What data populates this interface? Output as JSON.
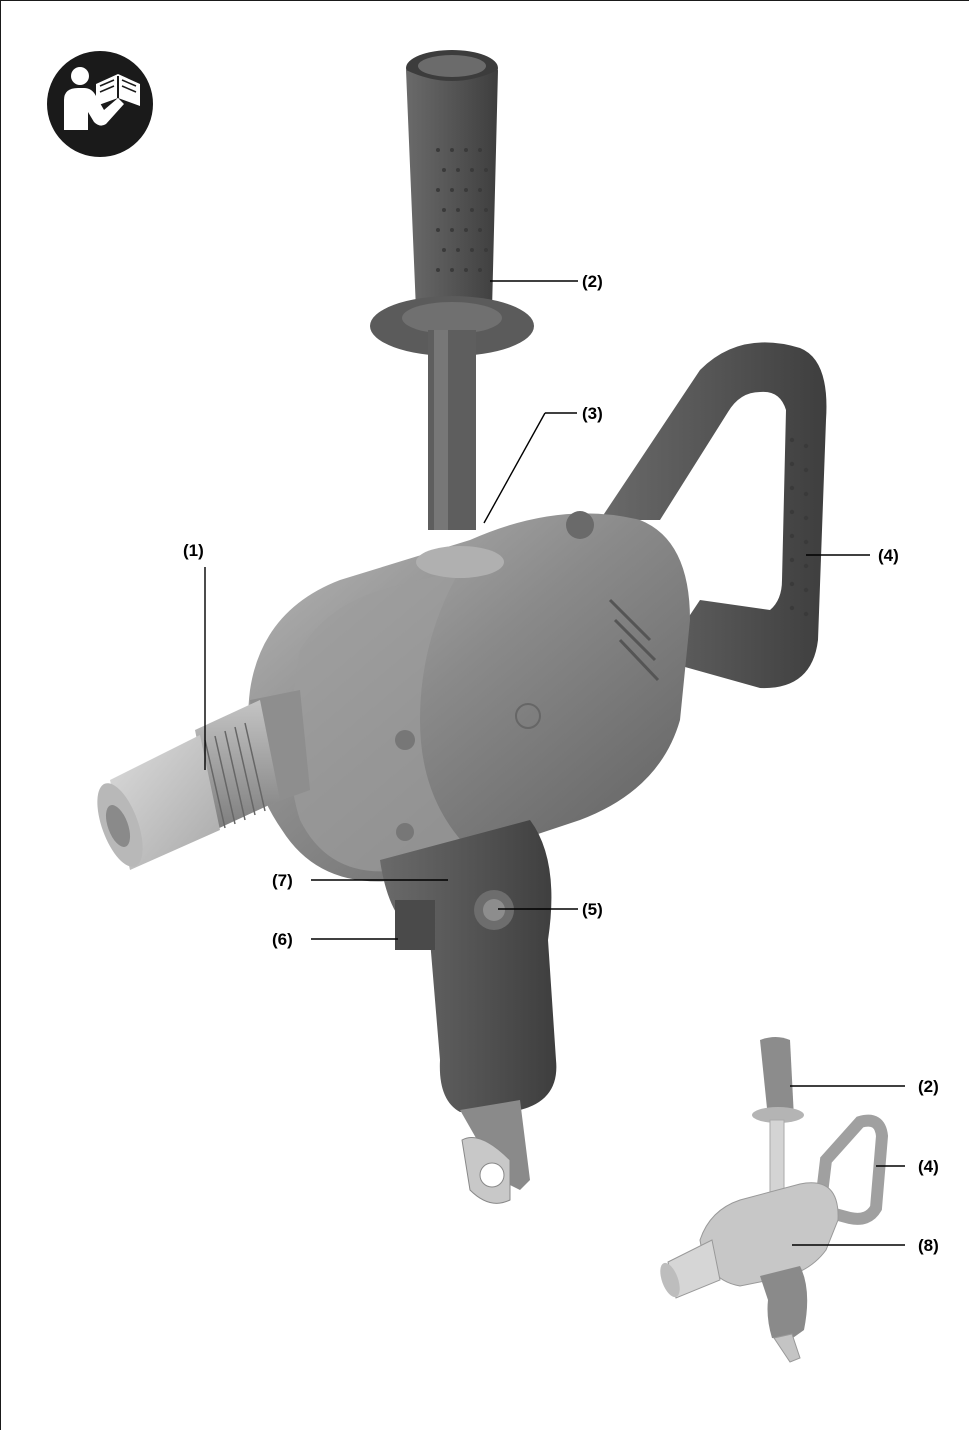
{
  "manual_icon": "read-manual-icon",
  "main_drawing": {
    "callouts": [
      {
        "id": "c1",
        "label": "(1)"
      },
      {
        "id": "c2",
        "label": "(2)"
      },
      {
        "id": "c3",
        "label": "(3)"
      },
      {
        "id": "c4",
        "label": "(4)"
      },
      {
        "id": "c5",
        "label": "(5)"
      },
      {
        "id": "c6",
        "label": "(6)"
      },
      {
        "id": "c7",
        "label": "(7)"
      }
    ]
  },
  "inset_drawing": {
    "callouts": [
      {
        "id": "i2",
        "label": "(2)"
      },
      {
        "id": "i4",
        "label": "(4)"
      },
      {
        "id": "i8",
        "label": "(8)"
      }
    ]
  },
  "colors": {
    "tool_body": "#7a7a7a",
    "tool_dark": "#4a4a4a",
    "grip": "#5a5a5a",
    "inset_body": "#b5b5b5"
  }
}
